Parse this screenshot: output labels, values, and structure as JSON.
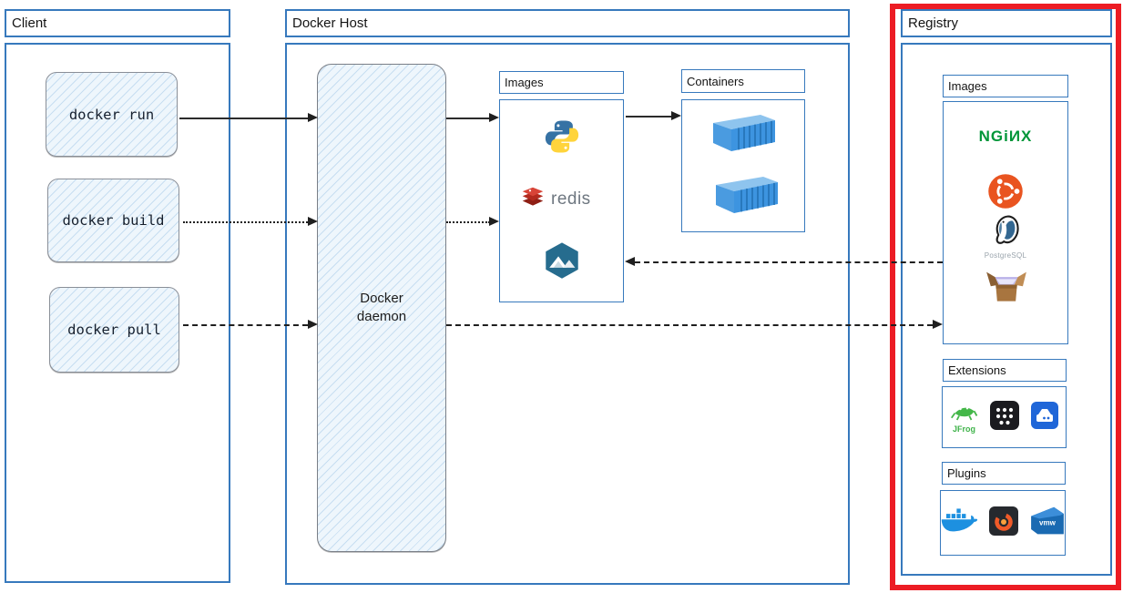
{
  "colors": {
    "frame_blue": "#3779bd",
    "highlight_red": "#ec1c24",
    "arrow_black": "#1f1f1f",
    "sketch_fill": "#eef6fc",
    "nginx_green": "#009639",
    "redis_red": "#c6302b",
    "ubuntu_orange": "#e95420",
    "python_blue": "#3672a4",
    "python_yellow": "#ffd43b",
    "docker_blue": "#1d90e0"
  },
  "client": {
    "title": "Client",
    "commands": [
      {
        "label": "docker run"
      },
      {
        "label": "docker build"
      },
      {
        "label": "docker pull"
      }
    ]
  },
  "docker_host": {
    "title": "Docker Host",
    "daemon_label": "Docker daemon",
    "images_panel": {
      "title": "Images",
      "items": [
        "python-icon",
        "redis-icon",
        "alpine-icon"
      ]
    },
    "containers_panel": {
      "title": "Containers",
      "items": [
        "container-icon",
        "container-icon"
      ]
    }
  },
  "registry": {
    "title": "Registry",
    "images_panel": {
      "title": "Images",
      "items": [
        "nginx-logo",
        "ubuntu-icon",
        "postgresql-icon",
        "open-box-icon"
      ]
    },
    "extensions_panel": {
      "title": "Extensions",
      "items": [
        "jfrog-icon",
        "app-grid-icon",
        "drive-icon"
      ]
    },
    "plugins_panel": {
      "title": "Plugins",
      "items": [
        "docker-whale-icon",
        "grafana-icon",
        "vmware-icon"
      ]
    }
  },
  "logo_text": {
    "redis": "redis",
    "nginx": "NGiИX",
    "postgresql": "PostgreSQL",
    "jfrog": "JFrog",
    "vmware": "vmw"
  }
}
